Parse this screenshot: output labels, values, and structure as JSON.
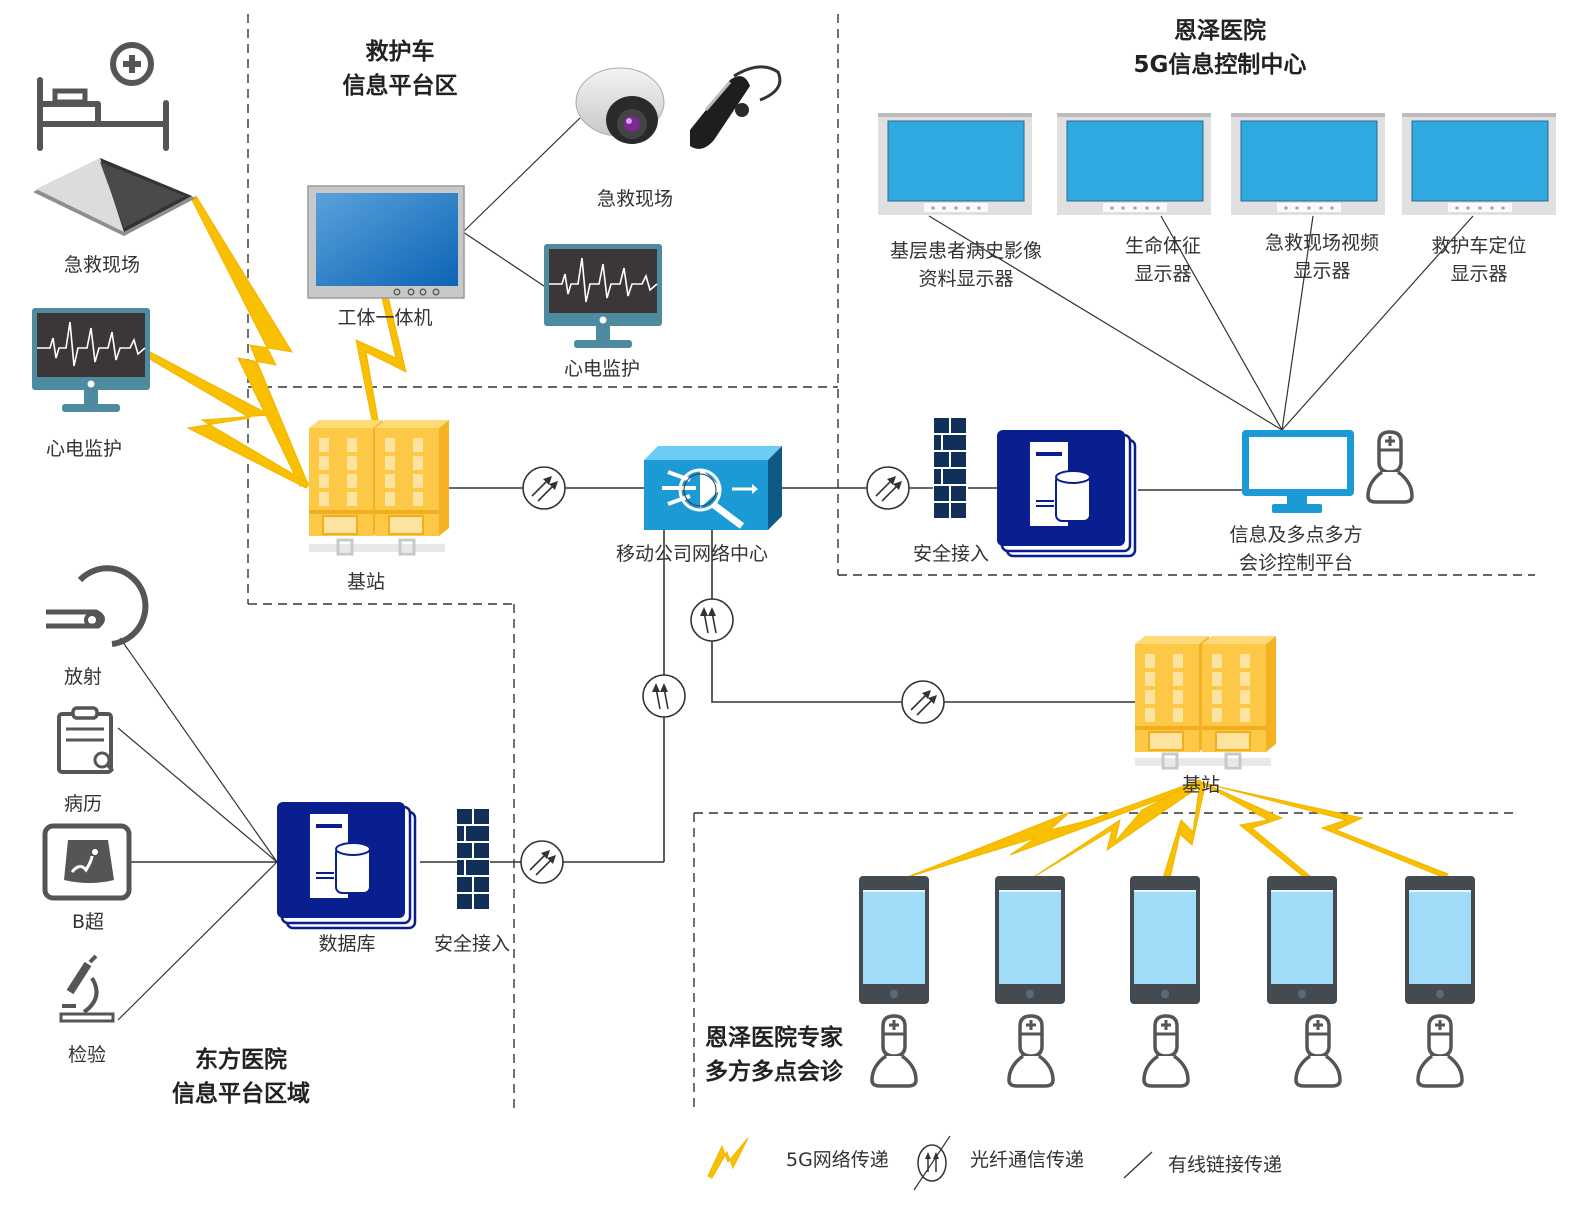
{
  "zones": {
    "ambulance": {
      "title_line1": "救护车",
      "title_line2": "信息平台区"
    },
    "enze_center": {
      "title_line1": "恩泽医院",
      "title_line2": "5G信息控制中心"
    },
    "dongfang": {
      "title_line1": "东方医院",
      "title_line2": "信息平台区域"
    },
    "experts": {
      "title_line1": "恩泽医院专家",
      "title_line2": "多方多点会诊"
    }
  },
  "nodes": {
    "scene_left": {
      "label": "急救现场",
      "icons": [
        "hospital-bed-icon",
        "tablet-icon"
      ]
    },
    "ecg_left": {
      "label": "心电监护"
    },
    "workstation": {
      "label": "工体一体机"
    },
    "scene_camera": {
      "label": "急救现场",
      "icons": [
        "dome-camera-icon",
        "bluetooth-headset-icon"
      ]
    },
    "ecg_ambulance": {
      "label": "心电监护"
    },
    "base_station_1": {
      "label": "基站"
    },
    "network_center": {
      "label": "移动公司网络中心"
    },
    "secure_access_top": {
      "label": "安全接入"
    },
    "control_platform": {
      "label_line1": "信息及多点多方",
      "label_line2": "会诊控制平台"
    },
    "base_station_2": {
      "label": "基站"
    },
    "database": {
      "label": "数据库"
    },
    "secure_access_bottom": {
      "label": "安全接入"
    },
    "radiology": {
      "label": "放射"
    },
    "medical_record": {
      "label": "病历"
    },
    "ultrasound": {
      "label": "B超"
    },
    "lab_test": {
      "label": "检验"
    }
  },
  "displays": [
    {
      "line1": "基层患者病史影像",
      "line2": "资料显示器"
    },
    {
      "line1": "生命体征",
      "line2": "显示器"
    },
    {
      "line1": "急救现场视频",
      "line2": "显示器"
    },
    {
      "line1": "救护车定位",
      "line2": "显示器"
    }
  ],
  "expert_terminals": 5,
  "legend": [
    {
      "icon": "lightning-icon",
      "label": "5G网络传递"
    },
    {
      "icon": "fiber-optic-icon",
      "label": "光纤通信传递"
    },
    {
      "icon": "wired-line-icon",
      "label": "有线链接传递"
    }
  ],
  "colors": {
    "bolt": "#f8c000",
    "building": "#fcc845",
    "network_center": "#1c9ad6",
    "database": "#0a1f8f",
    "firewall": "#10305a",
    "display_screen": "#30a8e0",
    "phone_screen": "#a0dcf8",
    "phone_body": "#434a50",
    "ecg_frame": "#4e8aa0"
  }
}
